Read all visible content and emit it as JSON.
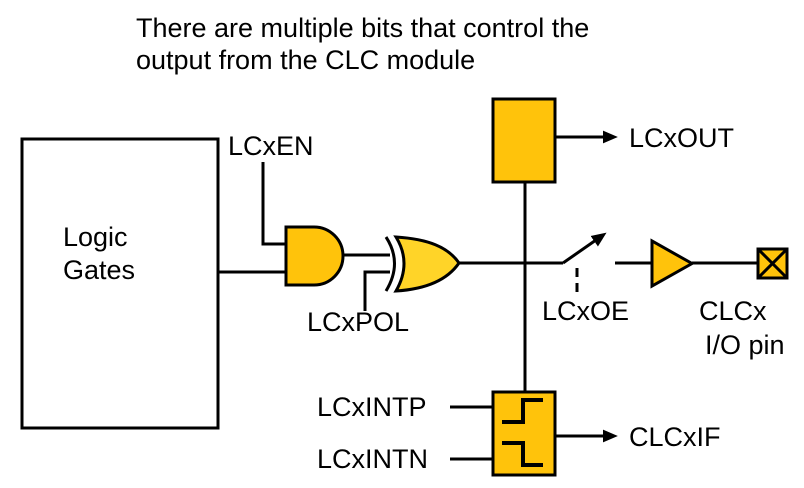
{
  "title": {
    "line1": "There are multiple bits that control the",
    "line2": "output from the CLC module"
  },
  "logic_gates_box": {
    "line1": "Logic",
    "line2": "Gates"
  },
  "signals": {
    "lcxen": "LCxEN",
    "lcxpol": "LCxPOL",
    "lcxout": "LCxOUT",
    "lcxoe": "LCxOE",
    "lcxintp": "LCxINTP",
    "lcxintn": "LCxINTN",
    "clcxif": "CLCxIF"
  },
  "io_pin_label": {
    "line1": "CLCx",
    "line2": "I/O pin"
  },
  "colors": {
    "gold": "#FFC30B",
    "xor_gold": "#FFD428",
    "line": "#000000",
    "box_fill": "#FFFFFF",
    "background": "#FFFFFF"
  },
  "shapes": {
    "and_gate": "AND gate",
    "xor_gate": "XOR gate",
    "output_register": "output register block",
    "output_enable_switch": "output enable switch",
    "tristate_buffer": "tri-state buffer",
    "io_pin": "I/O pin (crossed square)",
    "edge_detect_block": "interrupt edge-detect block"
  }
}
